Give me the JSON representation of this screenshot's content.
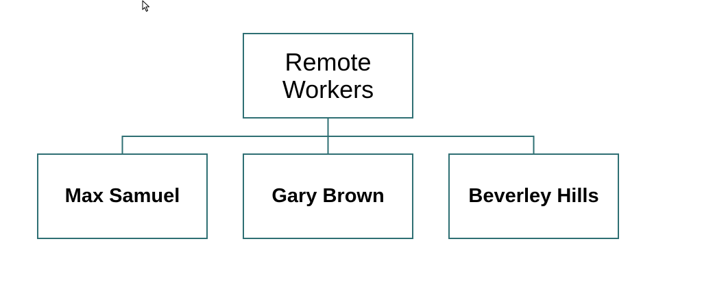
{
  "diagram": {
    "type": "org-chart",
    "line_color": "#2e6f73",
    "root": {
      "label": "Remote Workers"
    },
    "children": [
      {
        "label": "Max Samuel"
      },
      {
        "label": "Gary Brown"
      },
      {
        "label": "Beverley Hills"
      }
    ]
  },
  "cursor": {
    "icon": "mouse-pointer-icon"
  }
}
